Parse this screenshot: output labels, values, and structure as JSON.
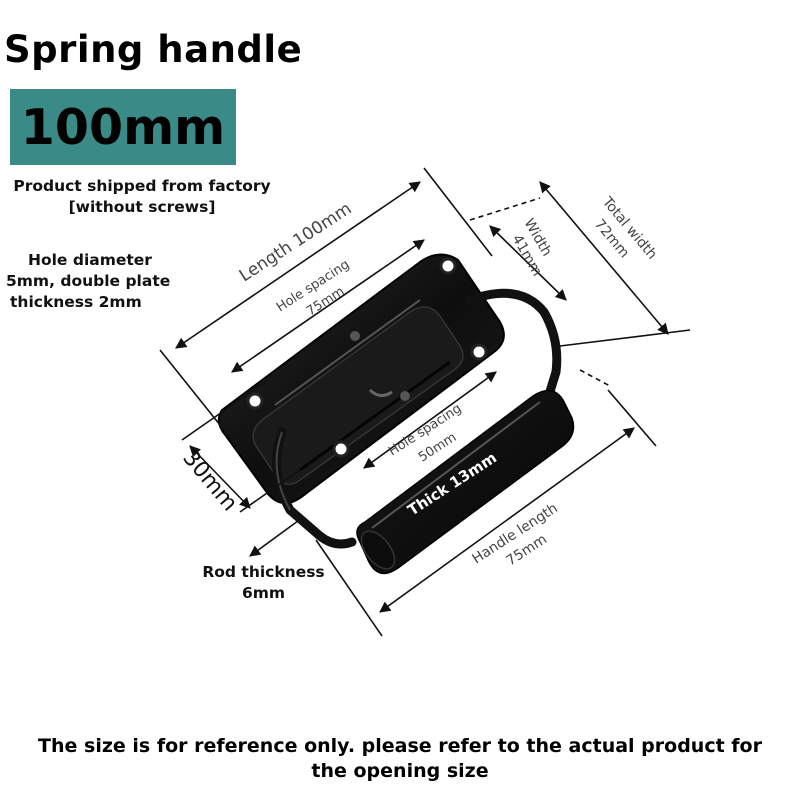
{
  "title": "Spring handle",
  "size_badge": "100mm",
  "notes": {
    "shipped_line1": "Product shipped from factory",
    "shipped_line2": "[without screws]",
    "hole_line1": "Hole diameter",
    "hole_line2": "5mm, double plate",
    "hole_line3": "thickness 2mm",
    "rod_line1": "Rod thickness",
    "rod_line2": "6mm"
  },
  "dimensions": {
    "length": "Length 100mm",
    "hole_spacing_top_1": "Hole spacing",
    "hole_spacing_top_2": "75mm",
    "width_1": "Width",
    "width_2": "41mm",
    "total_width_1": "Total width",
    "total_width_2": "72mm",
    "height": "30mm",
    "hole_spacing_bottom_1": "Hole spacing",
    "hole_spacing_bottom_2": "50mm",
    "thick": "Thick 13mm",
    "handle_length_1": "Handle length",
    "handle_length_2": "75mm"
  },
  "footer": {
    "line1": "The size is for reference only. please refer to the actual product for",
    "line2": "the opening size"
  },
  "colors": {
    "badge": "#3a8b87",
    "metal": "#141414",
    "dimension_line": "#111111"
  }
}
